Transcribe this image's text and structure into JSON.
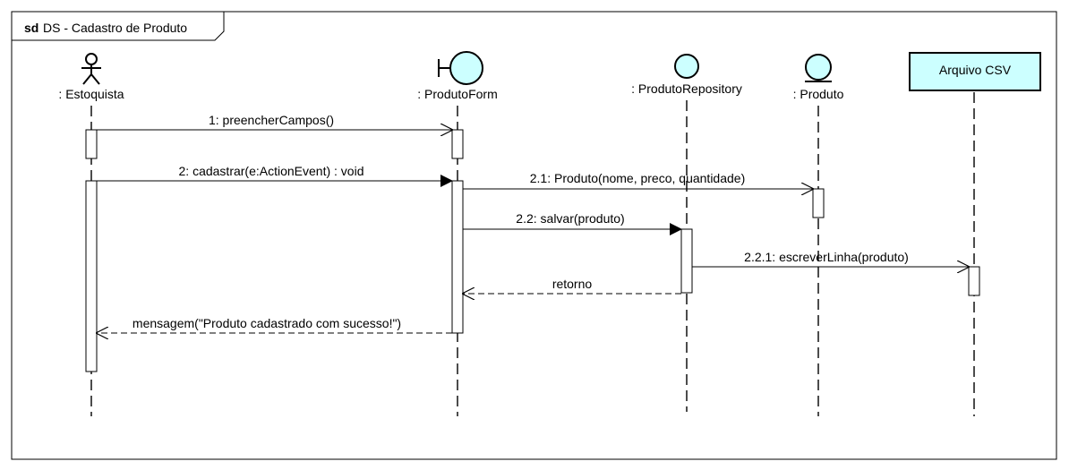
{
  "frame": {
    "keyword": "sd",
    "title": "DS - Cadastro de Produto"
  },
  "participants": {
    "estoquista": ": Estoquista",
    "produto_form": ": ProdutoForm",
    "produto_repository": ": ProdutoRepository",
    "produto": ": Produto",
    "arquivo_csv": "Arquivo CSV"
  },
  "messages": {
    "m1": "1: preencherCampos()",
    "m2": "2: cadastrar(e:ActionEvent) : void",
    "m2_1": "2.1: Produto(nome, preco, quantidade)",
    "m2_2": "2.2: salvar(produto)",
    "m2_2_1": "2.2.1: escreverLinha(produto)",
    "ret_retorno": "retorno",
    "ret_mensagem": "mensagem(\"Produto cadastrado com sucesso!\")"
  },
  "colors": {
    "participant_fill": "#ccffff",
    "stroke": "#000000",
    "background": "#ffffff"
  }
}
